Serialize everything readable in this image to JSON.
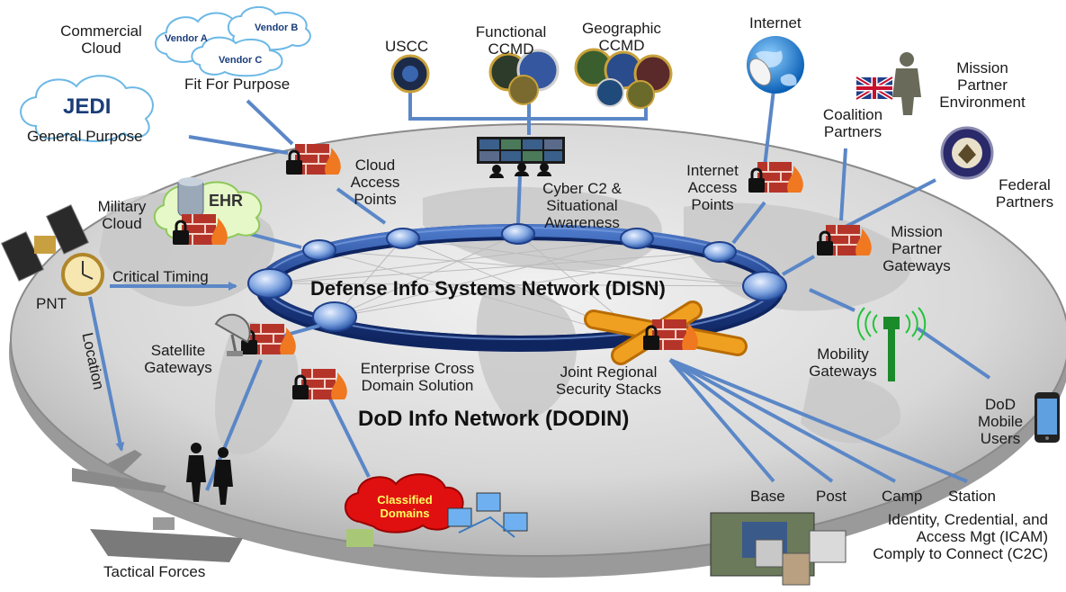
{
  "diagram": {
    "disn_title": "Defense Info Systems Network (DISN)",
    "dodin_title": "DoD Info Network (DODIN)",
    "commercial_cloud": [
      "Commercial",
      "Cloud"
    ],
    "vendors": [
      "Vendor A",
      "Vendor B",
      "Vendor C"
    ],
    "fit_for_purpose": "Fit For Purpose",
    "jedi": "JEDI",
    "general_purpose": "General Purpose",
    "uscc": "USCC",
    "functional_ccmd": [
      "Functional",
      "CCMD"
    ],
    "geographic_ccmd": [
      "Geographic",
      "CCMD"
    ],
    "internet": "Internet",
    "mission_partner_env": [
      "Mission",
      "Partner",
      "Environment"
    ],
    "coalition_partners": [
      "Coalition",
      "Partners"
    ],
    "federal_partners": [
      "Federal",
      "Partners"
    ],
    "cloud_access_points": [
      "Cloud",
      "Access",
      "Points"
    ],
    "cyber_c2": [
      "Cyber C2 &",
      "Situational",
      "Awareness"
    ],
    "internet_access_points": [
      "Internet",
      "Access",
      "Points"
    ],
    "mission_partner_gateways": [
      "Mission",
      "Partner",
      "Gateways"
    ],
    "military_cloud": [
      "Military",
      "Cloud"
    ],
    "ehr": "EHR",
    "critical_timing": "Critical Timing",
    "pnt": "PNT",
    "location": "Location",
    "satellite_gateways": [
      "Satellite",
      "Gateways"
    ],
    "enterprise_cds": [
      "Enterprise Cross",
      "Domain Solution"
    ],
    "jrss": [
      "Joint Regional",
      "Security Stacks"
    ],
    "mobility_gateways": [
      "Mobility",
      "Gateways"
    ],
    "dod_mobile_users": [
      "DoD",
      "Mobile",
      "Users"
    ],
    "classified_domains": [
      "Classified",
      "Domains"
    ],
    "tactical_forces": "Tactical Forces",
    "base": "Base",
    "post": "Post",
    "camp": "Camp",
    "station": "Station",
    "icam": [
      "Identity, Credential, and",
      "Access Mgt (ICAM)",
      "Comply to Connect (C2C)"
    ]
  }
}
